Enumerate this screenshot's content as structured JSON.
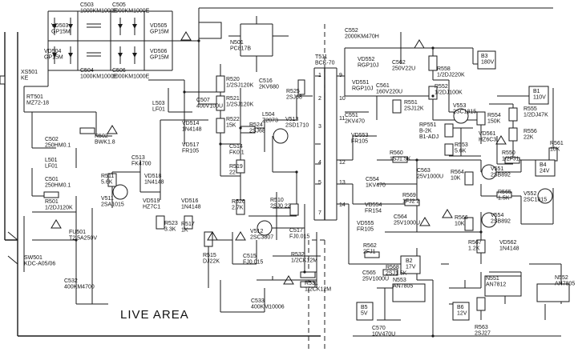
{
  "live_area_label": "LIVE AREA",
  "labels": [
    {
      "id": "c503",
      "lines": [
        "C503",
        "1000KM1000E"
      ]
    },
    {
      "id": "c505",
      "lines": [
        "C505",
        "1000KM1000E"
      ]
    },
    {
      "id": "vd503",
      "lines": [
        "VD503",
        "GP15M"
      ]
    },
    {
      "id": "vd505",
      "lines": [
        "VD505",
        "GP15M"
      ]
    },
    {
      "id": "vd504",
      "lines": [
        "VD504",
        "GP15M"
      ]
    },
    {
      "id": "vd506",
      "lines": [
        "VD506",
        "GP15M"
      ]
    },
    {
      "id": "c504",
      "lines": [
        "C504",
        "1000KM1000E"
      ]
    },
    {
      "id": "c506",
      "lines": [
        "C506",
        "1000KM1000E"
      ]
    },
    {
      "id": "xs501",
      "lines": [
        "XS501",
        "KE"
      ]
    },
    {
      "id": "rt501",
      "lines": [
        "RT501",
        "MZ72-18"
      ]
    },
    {
      "id": "l503",
      "lines": [
        "L503",
        "LF01"
      ]
    },
    {
      "id": "c502",
      "lines": [
        "C502",
        "250HM0.1"
      ]
    },
    {
      "id": "l501",
      "lines": [
        "L501",
        "LF01"
      ]
    },
    {
      "id": "c501",
      "lines": [
        "C501",
        "250HM0.1"
      ]
    },
    {
      "id": "r501",
      "lines": [
        "R501",
        "1/2DJ120K"
      ]
    },
    {
      "id": "fu501",
      "lines": [
        "FU501",
        "T2.5A250V"
      ]
    },
    {
      "id": "sw501",
      "lines": [
        "SW501",
        "KDC-A05/06"
      ]
    },
    {
      "id": "c532",
      "lines": [
        "C532",
        "400KM4700"
      ]
    },
    {
      "id": "r502",
      "lines": [
        "R502",
        "BWK1.8"
      ]
    },
    {
      "id": "n501",
      "lines": [
        "N501",
        "PC817B"
      ]
    },
    {
      "id": "r520",
      "lines": [
        "R520",
        "1/2SJ120K"
      ]
    },
    {
      "id": "r521",
      "lines": [
        "R521",
        "1/2SJ120K"
      ]
    },
    {
      "id": "c507",
      "lines": [
        "C507",
        "400V100U"
      ]
    },
    {
      "id": "vd514",
      "lines": [
        "VD514",
        "1N4148"
      ]
    },
    {
      "id": "vd517",
      "lines": [
        "VD517",
        "FR105"
      ]
    },
    {
      "id": "r522",
      "lines": [
        "R522",
        "15K"
      ]
    },
    {
      "id": "c516",
      "lines": [
        "C516",
        "2KV680"
      ]
    },
    {
      "id": "r525",
      "lines": [
        "R525",
        "2SJ68"
      ]
    },
    {
      "id": "l504",
      "lines": [
        "L504",
        "Z2073"
      ]
    },
    {
      "id": "v513",
      "lines": [
        "V513",
        "2SD1710"
      ]
    },
    {
      "id": "r524",
      "lines": [
        "R524",
        "2SJ68"
      ]
    },
    {
      "id": "c514",
      "lines": [
        "C514",
        "FK0.1"
      ]
    },
    {
      "id": "r519",
      "lines": [
        "R519",
        "22"
      ]
    },
    {
      "id": "c513",
      "lines": [
        "C513",
        "FK4700"
      ]
    },
    {
      "id": "r511",
      "lines": [
        "R511",
        "5.6K"
      ]
    },
    {
      "id": "v511",
      "lines": [
        "V511",
        "2SA1015"
      ]
    },
    {
      "id": "vd518",
      "lines": [
        "VD518",
        "1N4148"
      ]
    },
    {
      "id": "vd519",
      "lines": [
        "VD519",
        "HZ7C1"
      ]
    },
    {
      "id": "vd516",
      "lines": [
        "VD516",
        "1N4148"
      ]
    },
    {
      "id": "r523",
      "lines": [
        "R523",
        "3.3K"
      ]
    },
    {
      "id": "r517",
      "lines": [
        "R517",
        "1K"
      ]
    },
    {
      "id": "r526",
      "lines": [
        "R526",
        "2.7K"
      ]
    },
    {
      "id": "r510",
      "lines": [
        "R510",
        "2SJ0 22"
      ]
    },
    {
      "id": "v512",
      "lines": [
        "V512",
        "2SC3807"
      ]
    },
    {
      "id": "c517",
      "lines": [
        "C517",
        "FJ0.015"
      ]
    },
    {
      "id": "c515",
      "lines": [
        "C515",
        "FJ0.015"
      ]
    },
    {
      "id": "r515",
      "lines": [
        "R515",
        "DJ22K"
      ]
    },
    {
      "id": "r532",
      "lines": [
        "R532",
        "1/2CK12M"
      ]
    },
    {
      "id": "r531",
      "lines": [
        "R531",
        "1/2CK12M"
      ]
    },
    {
      "id": "c533",
      "lines": [
        "C533",
        "400KM10006"
      ]
    },
    {
      "id": "t511",
      "lines": [
        "T511",
        "BCK-70"
      ]
    },
    {
      "id": "c552",
      "lines": [
        "C552",
        "2000KM470H"
      ]
    },
    {
      "id": "vd552",
      "lines": [
        "VD552",
        "RGP10J"
      ]
    },
    {
      "id": "c562",
      "lines": [
        "C562",
        "250V22U"
      ]
    },
    {
      "id": "r558",
      "lines": [
        "R558",
        "1/2DJ220K"
      ]
    },
    {
      "id": "b3",
      "lines": [
        "B3",
        "180V"
      ]
    },
    {
      "id": "vd551",
      "lines": [
        "VD551",
        "RGP10J"
      ]
    },
    {
      "id": "c561",
      "lines": [
        "C561",
        "160V220U"
      ]
    },
    {
      "id": "r552",
      "lines": [
        "R552",
        "1/2DJ100K"
      ]
    },
    {
      "id": "b1",
      "lines": [
        "B1",
        "110V"
      ]
    },
    {
      "id": "c551",
      "lines": [
        "C551",
        "2KV470"
      ]
    },
    {
      "id": "r551",
      "lines": [
        "R551",
        "2SJ12K"
      ]
    },
    {
      "id": "v553",
      "lines": [
        "V553",
        "2SC1815"
      ]
    },
    {
      "id": "r554",
      "lines": [
        "R554",
        "150K"
      ]
    },
    {
      "id": "r555",
      "lines": [
        "R555",
        "1/2DJ47K"
      ]
    },
    {
      "id": "rp551",
      "lines": [
        "RP551",
        "B-2K",
        "B1-ADJ"
      ]
    },
    {
      "id": "vd561",
      "lines": [
        "VD561",
        "HZ6C3"
      ]
    },
    {
      "id": "r556",
      "lines": [
        "R556",
        "22K"
      ]
    },
    {
      "id": "vd553",
      "lines": [
        "VD553",
        "FR105"
      ]
    },
    {
      "id": "r553",
      "lines": [
        "R553",
        "5.6K"
      ]
    },
    {
      "id": "r560",
      "lines": [
        "R560",
        "1SJ1.5K"
      ]
    },
    {
      "id": "r561",
      "lines": [
        "R561",
        "10K"
      ]
    },
    {
      "id": "r550",
      "lines": [
        "R550",
        "1/2FJ1"
      ]
    },
    {
      "id": "c563",
      "lines": [
        "C563",
        "25V1000U"
      ]
    },
    {
      "id": "v551",
      "lines": [
        "V551",
        "2SB892"
      ]
    },
    {
      "id": "b4",
      "lines": [
        "B4",
        "24V"
      ]
    },
    {
      "id": "r564",
      "lines": [
        "R564",
        "10K"
      ]
    },
    {
      "id": "c554",
      "lines": [
        "C554",
        "1KV470"
      ]
    },
    {
      "id": "r565",
      "lines": [
        "R565",
        "1.5K"
      ]
    },
    {
      "id": "v552",
      "lines": [
        "V552",
        "2SC1815"
      ]
    },
    {
      "id": "r569",
      "lines": [
        "R569",
        "1FJ2 2"
      ]
    },
    {
      "id": "vd554",
      "lines": [
        "VD554",
        "FR154"
      ]
    },
    {
      "id": "c564",
      "lines": [
        "C564",
        "25V1000U"
      ]
    },
    {
      "id": "r566",
      "lines": [
        "R566",
        "10K"
      ]
    },
    {
      "id": "v554",
      "lines": [
        "V554",
        "2SB892"
      ]
    },
    {
      "id": "vd555",
      "lines": [
        "VD555",
        "FR105"
      ]
    },
    {
      "id": "r567",
      "lines": [
        "R567",
        "1.2K"
      ]
    },
    {
      "id": "vd562",
      "lines": [
        "VD562",
        "1N4148"
      ]
    },
    {
      "id": "r562",
      "lines": [
        "R562",
        "2FJ1"
      ]
    },
    {
      "id": "b2",
      "lines": [
        "B2",
        "17V"
      ]
    },
    {
      "id": "c565",
      "lines": [
        "C565",
        "25V1000U"
      ]
    },
    {
      "id": "r568",
      "lines": [
        "R568",
        "2SJ1.5K"
      ]
    },
    {
      "id": "n553",
      "lines": [
        "N553",
        "AN7805"
      ]
    },
    {
      "id": "n551",
      "lines": [
        "N551",
        "AN7812"
      ]
    },
    {
      "id": "n552",
      "lines": [
        "N552",
        "AN7805"
      ]
    },
    {
      "id": "b5",
      "lines": [
        "B5",
        "5V"
      ]
    },
    {
      "id": "b6",
      "lines": [
        "B6",
        "12V"
      ]
    },
    {
      "id": "c570",
      "lines": [
        "C570",
        "10V470U"
      ]
    },
    {
      "id": "r563",
      "lines": [
        "R563",
        "2SJ27"
      ]
    }
  ],
  "pins": [
    "1",
    "2",
    "3",
    "4",
    "5",
    "7",
    "9",
    "10",
    "11",
    "12",
    "13",
    "14"
  ]
}
